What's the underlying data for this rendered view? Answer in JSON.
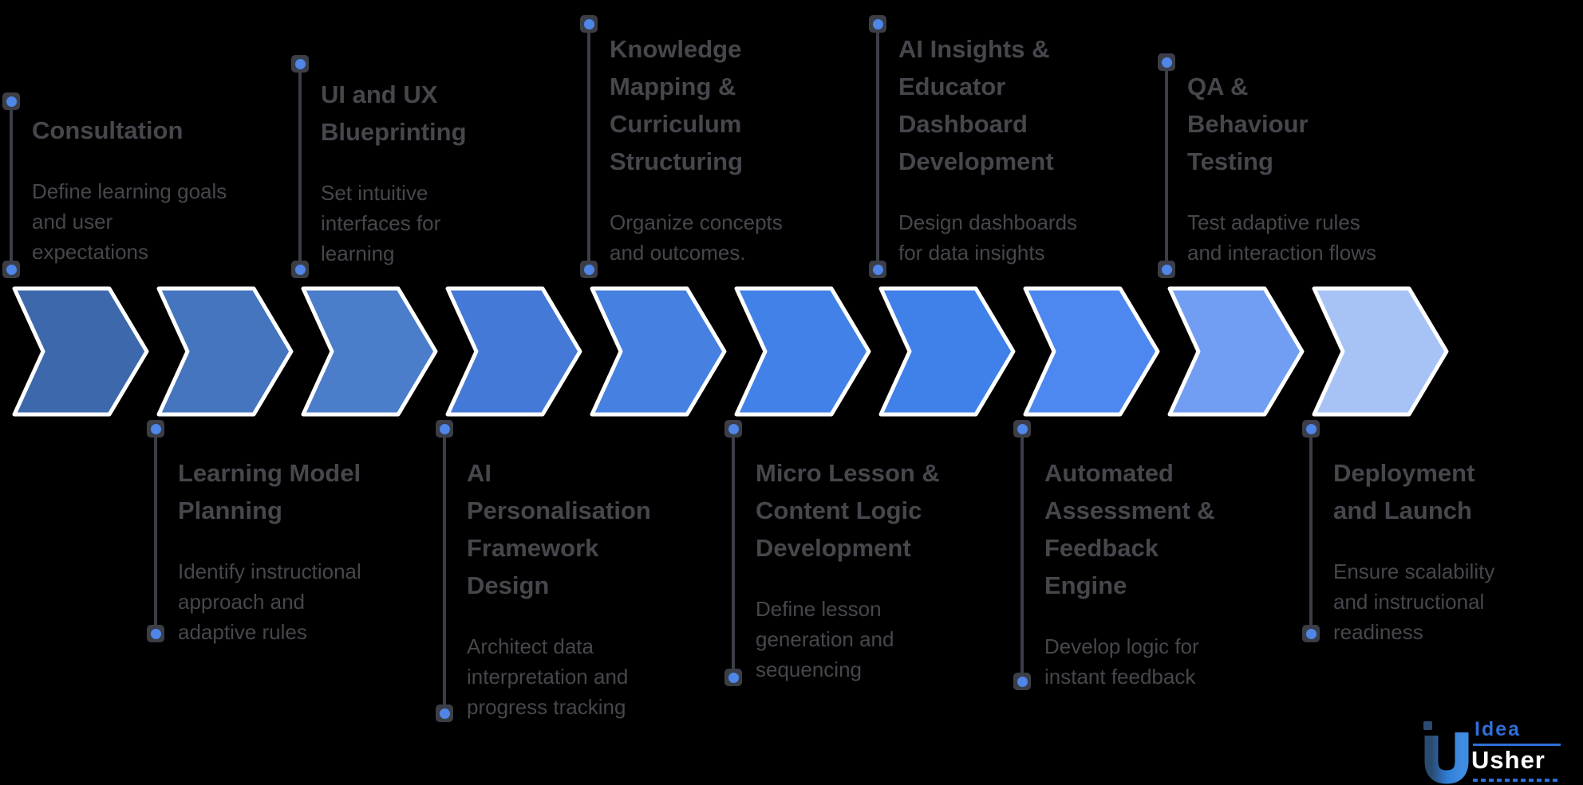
{
  "diagram": {
    "background_color": "#000000",
    "text_color": "#46474c",
    "connector_color": "#3b3e46",
    "dot_color": "#4f86e8",
    "chevron_outline": "#ffffff",
    "steps": [
      {
        "n": 1,
        "position": "top",
        "color": "#3d68ac",
        "title_lines": [
          "Consultation"
        ],
        "desc_lines": [
          "Define learning goals",
          "and user",
          "expectations"
        ]
      },
      {
        "n": 2,
        "position": "bottom",
        "color": "#4475be",
        "title_lines": [
          "Learning Model",
          "Planning"
        ],
        "desc_lines": [
          "Identify instructional",
          "approach and",
          "adaptive rules"
        ]
      },
      {
        "n": 3,
        "position": "top",
        "color": "#4b7dca",
        "title_lines": [
          "UI and UX",
          "Blueprinting"
        ],
        "desc_lines": [
          "Set intuitive",
          "interfaces for",
          "learning"
        ]
      },
      {
        "n": 4,
        "position": "bottom",
        "color": "#4579d7",
        "title_lines": [
          "AI",
          "Personalisation",
          "Framework",
          "Design"
        ],
        "desc_lines": [
          "Architect data",
          "interpretation and",
          "progress tracking"
        ]
      },
      {
        "n": 5,
        "position": "top",
        "color": "#4680e0",
        "title_lines": [
          "Knowledge",
          "Mapping &",
          "Curriculum",
          "Structuring"
        ],
        "desc_lines": [
          "Organize concepts",
          "and outcomes."
        ]
      },
      {
        "n": 6,
        "position": "bottom",
        "color": "#4282e8",
        "title_lines": [
          "Micro Lesson &",
          "Content Logic",
          "Development"
        ],
        "desc_lines": [
          "Define lesson",
          "generation and",
          "sequencing"
        ]
      },
      {
        "n": 7,
        "position": "top",
        "color": "#3f80e9",
        "title_lines": [
          "AI Insights &",
          "Educator",
          "Dashboard",
          "Development"
        ],
        "desc_lines": [
          "Design dashboards",
          "for data insights"
        ]
      },
      {
        "n": 8,
        "position": "bottom",
        "color": "#4c88f0",
        "title_lines": [
          "Automated",
          "Assessment &",
          "Feedback",
          "Engine"
        ],
        "desc_lines": [
          "Develop logic for",
          "instant feedback"
        ]
      },
      {
        "n": 9,
        "position": "top",
        "color": "#719ef2",
        "title_lines": [
          "QA &",
          "Behaviour",
          "Testing"
        ],
        "desc_lines": [
          "Test adaptive rules",
          "and interaction flows"
        ]
      },
      {
        "n": 10,
        "position": "bottom",
        "color": "#a7c3f6",
        "title_lines": [
          "Deployment",
          "and Launch"
        ],
        "desc_lines": [
          "Ensure scalability",
          "and instructional",
          "readiness"
        ]
      }
    ]
  },
  "logo": {
    "brand_top": "Idea",
    "brand_bottom": "Usher",
    "brand_color": "#2e6fd8",
    "u_dark": "#2b4a70",
    "u_bright": "#2f7fd8"
  }
}
